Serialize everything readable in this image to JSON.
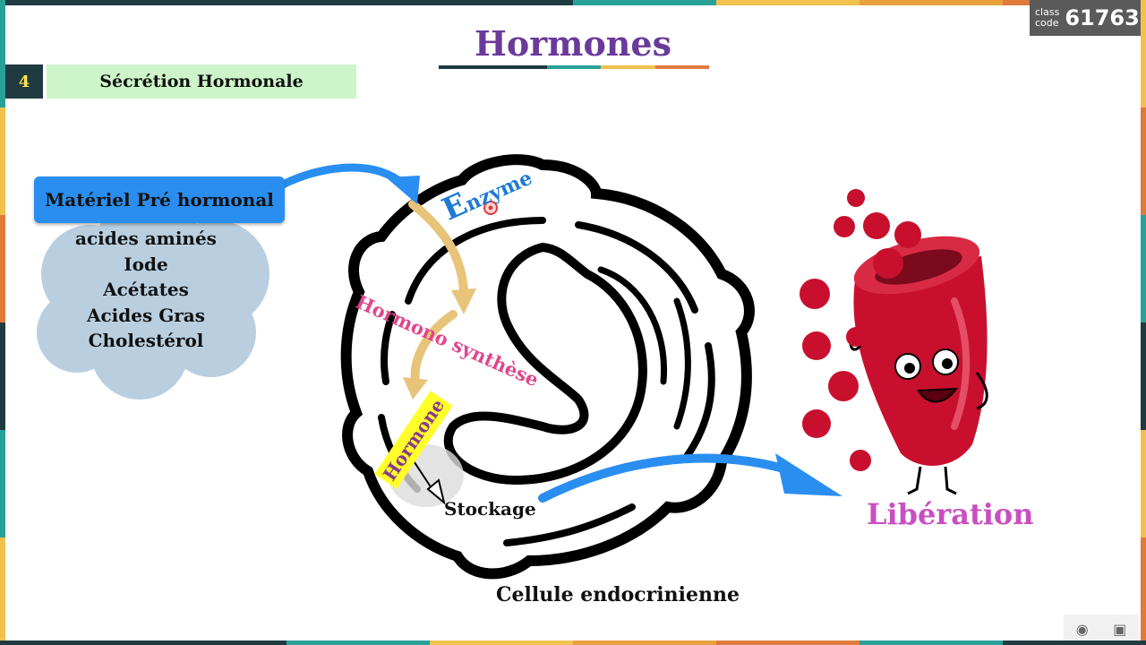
{
  "slide": {
    "title": "Hormones",
    "section_number": "4",
    "section_title": "Sécrétion Hormonale"
  },
  "badge": {
    "line1": "class",
    "line2": "code",
    "code": "61763"
  },
  "diagram": {
    "input_label": "Matériel Pré hormonal",
    "input_items": [
      "acides aminés",
      "Iode",
      "Acétates",
      "Acides Gras",
      "Cholestérol"
    ],
    "enzyme_initial": "E",
    "enzyme_rest": "nzyme",
    "synthesis_label": "Hormono synthèse",
    "hormone_label": "Hormone",
    "storage_label": "Stockage",
    "cell_label": "Cellule endocrinienne",
    "release_label": "Libération"
  },
  "controls": {
    "eye_icon": "eye-icon",
    "screen_icon": "screen-settings-icon"
  },
  "colors": {
    "title": "#6a3a9a",
    "section_bg": "#cdf5c9",
    "input_box": "#2a8ef0",
    "enzyme": "#1d7ad4",
    "synthesis": "#e0468c",
    "hormone_bg": "#ffff2a",
    "release": "#c94fc0",
    "blood": "#c8102e"
  }
}
